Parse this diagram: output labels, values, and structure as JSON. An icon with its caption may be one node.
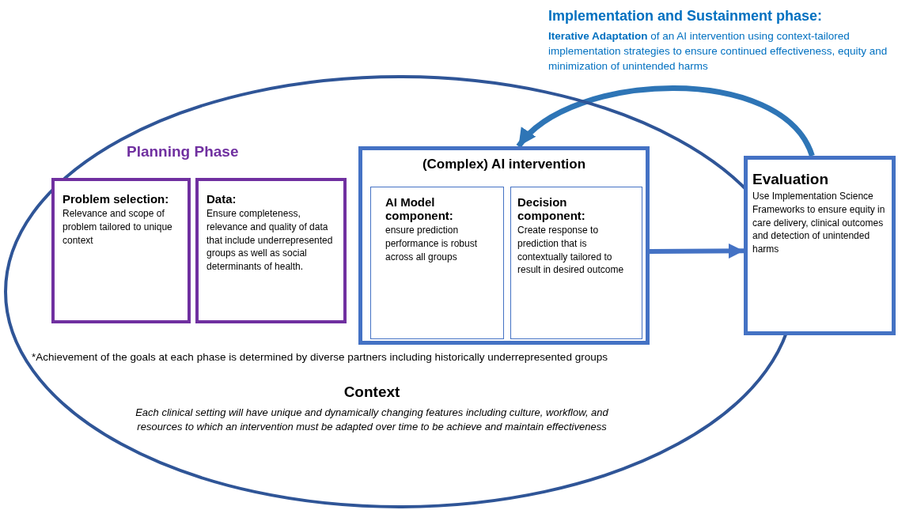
{
  "diagram": {
    "nodes": [
      {
        "text": [
          "Context",
          "Each clinical setting will have unique and dynamically changing features including culture, workflow, and resources to which an intervention must be adapted over time to be achieve and maintain effectiveness"
        ]
      },
      {
        "text": [
          "Problem selection:",
          "Relevance and scope of problem tailored to unique context"
        ],
        "in": 0
      },
      {
        "text": [
          "Data:",
          "Ensure completeness, relevance and quality of data  that include underrepresented groups as well as social determinants of health."
        ],
        "in": 0
      },
      {
        "text": [
          "(Complex) AI intervention"
        ],
        "in": 0
      },
      {
        "text": [
          "AI Model component:",
          "ensure prediction performance is robust across all groups"
        ],
        "in": 3
      },
      {
        "text": [
          "Decision component:",
          "Create response to prediction that is contextually tailored to result in desired outcome"
        ],
        "in": 3
      },
      {
        "text": [
          "Evaluation",
          "Use Implementation Science Frameworks to ensure equity in care delivery, clinical outcomes and detection of unintended harms"
        ]
      }
    ],
    "edges": [
      {
        "from": 3,
        "to": 6,
        "arrow": "to"
      },
      {
        "from": 6,
        "to": 3,
        "arrow": "to"
      }
    ],
    "labels": [
      "Implementation and Sustainment phase:",
      "**Iterative Adaptation** of an AI intervention using context-tailored implementation strategies to ensure continued effectiveness, equity and minimization of unintended harms",
      "Planning Phase",
      "*Achievement of the goals at each phase is determined by diverse partners including historically underrepresented groups"
    ]
  }
}
